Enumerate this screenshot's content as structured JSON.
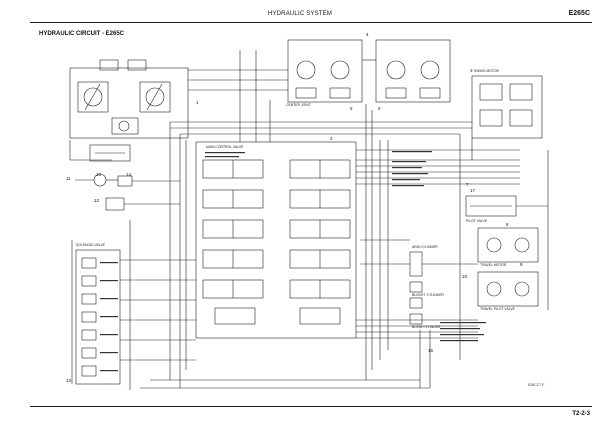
{
  "header": {
    "section_title": "HYDRAULIC SYSTEM",
    "model": "E265C"
  },
  "diagram": {
    "title": "HYDRAULIC CIRCUIT - E265C",
    "callouts": [
      "1",
      "2",
      "3",
      "4",
      "5",
      "6",
      "7",
      "8",
      "9",
      "10",
      "11",
      "12",
      "13",
      "14",
      "15",
      "16",
      "17"
    ],
    "labels": {
      "main_control_valve": "MAIN CONTROL VALVE",
      "swing_motor": "SWING MOTOR",
      "travel_motor": "TRAVEL MOTOR",
      "pilot_valve": "PILOT VALVE",
      "travel_pilot": "TRAVEL PILOT VALVE",
      "boom_cylinder": "BOOM CYLINDER",
      "arm_cylinder": "ARM CYLINDER",
      "bucket_cylinder": "BUCKET CYLINDER",
      "solenoid_valve": "SOLENOID VALVE",
      "center_joint": "CENTER JOINT"
    }
  },
  "footer": {
    "drawing_code": "E26CC7.F",
    "page": "T2-2-3"
  },
  "colors": {
    "line": "#222222",
    "watermark": "#e6eaee"
  }
}
